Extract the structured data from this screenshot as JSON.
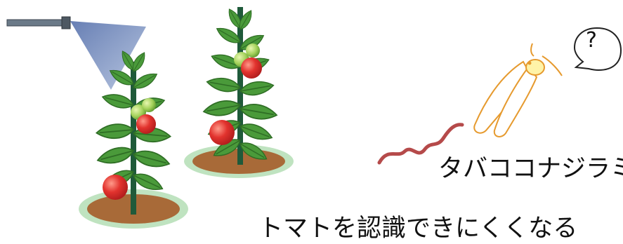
{
  "whitefly_label": "タバココナジラミ",
  "caption": "トマトを認識できにくくなる",
  "speech_bubble": {
    "text": "?",
    "icon": "question-mark"
  },
  "colors": {
    "spray_cone": "#6a83b8",
    "tomato_red": "#e2332e",
    "tomato_green": "#8cc33f",
    "leaf_green": "#4a9a3a",
    "stake": "#1f5a3a",
    "soil": "#a86a38",
    "soil_ring": "#bfe3c0",
    "insect_outline": "#e69a2e",
    "insect_body": "#fff3a8",
    "flight_trail": "#b54a4a",
    "nozzle": "#6b7a88"
  }
}
